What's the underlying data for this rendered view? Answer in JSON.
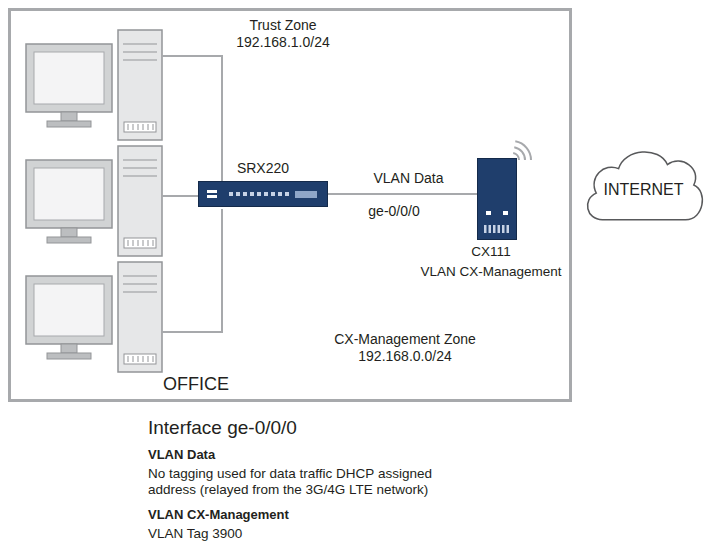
{
  "diagram": {
    "nodes": [
      {
        "text": [
          "OFFICE"
        ]
      },
      {
        "text": [
          "SRX220"
        ],
        "in": 0
      },
      {
        "text": [
          "CX111",
          "VLAN CX-Management"
        ],
        "in": 0
      },
      {
        "text": [
          "INTERNET"
        ]
      }
    ],
    "edges": [
      {
        "from": 1,
        "to": 2,
        "label": "VLAN Data",
        "arrow": "none"
      }
    ],
    "labels": [
      "Trust Zone",
      "192.168.1.0/24",
      "ge-0/0/0",
      "CX-Management Zone",
      "192.168.0.0/24",
      "Interface ge-0/0/0",
      "VLAN Data",
      "No tagging used for data traffic DHCP assigned address (relayed from the 3G/4G LTE network)",
      "VLAN CX-Management",
      "VLAN Tag 3900"
    ]
  }
}
